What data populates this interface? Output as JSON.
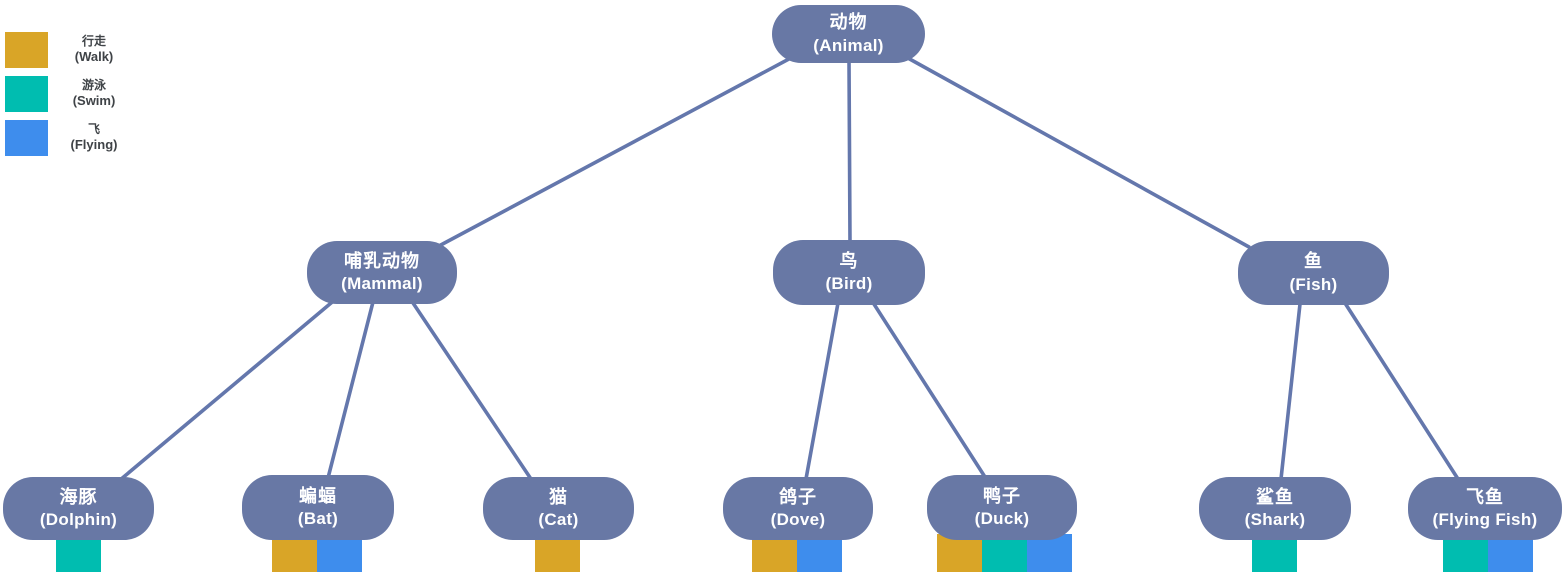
{
  "colors": {
    "walk": "#d9a527",
    "swim": "#00bdb0",
    "flying": "#3e8ded",
    "node_fill": "#6878a5",
    "node_text": "#ffffff",
    "edge": "#6477ac",
    "legend_text": "#3f4347"
  },
  "legend": {
    "items": [
      {
        "id": "walk",
        "label_zh": "行走",
        "label_en": "(Walk)"
      },
      {
        "id": "swim",
        "label_zh": "游泳",
        "label_en": "(Swim)"
      },
      {
        "id": "flying",
        "label_zh": "飞",
        "label_en": "(Flying)"
      }
    ]
  },
  "tree": {
    "nodes": {
      "animal": {
        "zh": "动物",
        "en": "(Animal)"
      },
      "mammal": {
        "zh": "哺乳动物",
        "en": "(Mammal)"
      },
      "bird": {
        "zh": "鸟",
        "en": "(Bird)"
      },
      "fish": {
        "zh": "鱼",
        "en": "(Fish)"
      },
      "dolphin": {
        "zh": "海豚",
        "en": "(Dolphin)",
        "abilities": [
          "swim"
        ]
      },
      "bat": {
        "zh": "蝙蝠",
        "en": "(Bat)",
        "abilities": [
          "walk",
          "flying"
        ]
      },
      "cat": {
        "zh": "猫",
        "en": "(Cat)",
        "abilities": [
          "walk"
        ]
      },
      "dove": {
        "zh": "鸽子",
        "en": "(Dove)",
        "abilities": [
          "walk",
          "flying"
        ]
      },
      "duck": {
        "zh": "鸭子",
        "en": "(Duck)",
        "abilities": [
          "walk",
          "swim",
          "flying"
        ]
      },
      "shark": {
        "zh": "鲨鱼",
        "en": "(Shark)",
        "abilities": [
          "swim"
        ]
      },
      "flying_fish": {
        "zh": "飞鱼",
        "en": "(Flying Fish)",
        "abilities": [
          "swim",
          "flying"
        ]
      }
    },
    "edges": [
      [
        "animal",
        "mammal"
      ],
      [
        "animal",
        "bird"
      ],
      [
        "animal",
        "fish"
      ],
      [
        "mammal",
        "dolphin"
      ],
      [
        "mammal",
        "bat"
      ],
      [
        "mammal",
        "cat"
      ],
      [
        "bird",
        "dove"
      ],
      [
        "bird",
        "duck"
      ],
      [
        "fish",
        "shark"
      ],
      [
        "fish",
        "flying_fish"
      ]
    ]
  }
}
